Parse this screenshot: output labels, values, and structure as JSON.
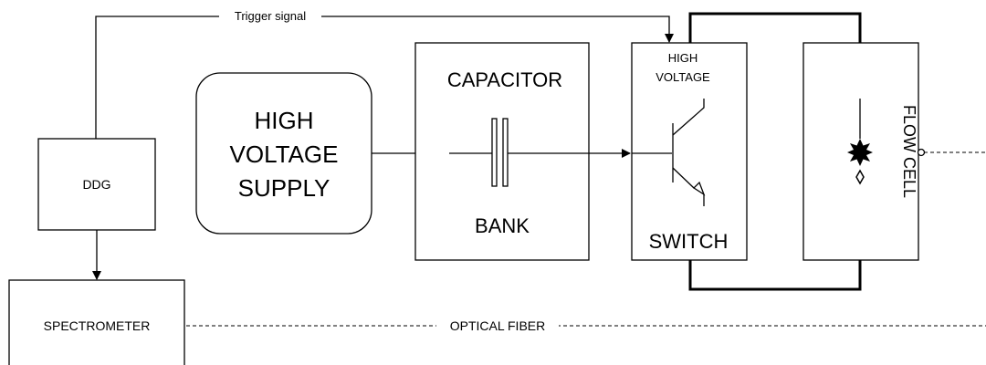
{
  "blocks": {
    "ddg": "DDG",
    "spectrometer": "SPECTROMETER",
    "hv_supply": [
      "HIGH",
      "VOLTAGE",
      "SUPPLY"
    ],
    "capacitor_bank_top": "CAPACITOR",
    "capacitor_bank_bottom": "BANK",
    "switch_top": [
      "HIGH",
      "VOLTAGE"
    ],
    "switch_bottom": "SWITCH",
    "flow_cell": "FLOW CELL"
  },
  "connections": {
    "trigger_signal": "Trigger signal",
    "optical_fiber": "OPTICAL FIBER"
  },
  "colors": {
    "ink": "#000000",
    "background": "#ffffff"
  }
}
